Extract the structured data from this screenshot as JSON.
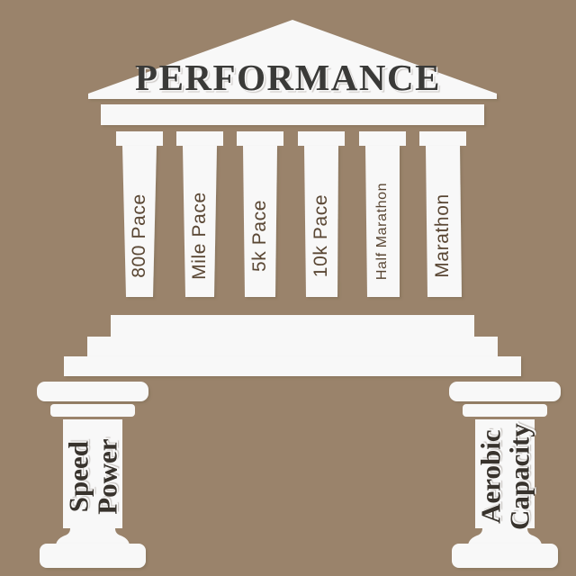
{
  "scene": {
    "name": "performance-temple-infographic",
    "background_color": "#9a836b",
    "stone_color": "#f8f8f8",
    "title_text_color": "#3a3a38",
    "column_label_color": "#5a4734",
    "pillar_label_color": "#38332d"
  },
  "pediment": {
    "title": "PERFORMANCE"
  },
  "columns": [
    {
      "label": "800 Pace",
      "font_size": 21
    },
    {
      "label": "Mile Pace",
      "font_size": 21
    },
    {
      "label": "5k Pace",
      "font_size": 21
    },
    {
      "label": "10k Pace",
      "font_size": 21
    },
    {
      "label": "Half Marathon",
      "font_size": 16
    },
    {
      "label": "Marathon",
      "font_size": 21
    }
  ],
  "pillars": {
    "left": {
      "line1": "Speed",
      "line2": "Power"
    },
    "right": {
      "line1": "Aerobic",
      "line2": "Capacity"
    }
  }
}
